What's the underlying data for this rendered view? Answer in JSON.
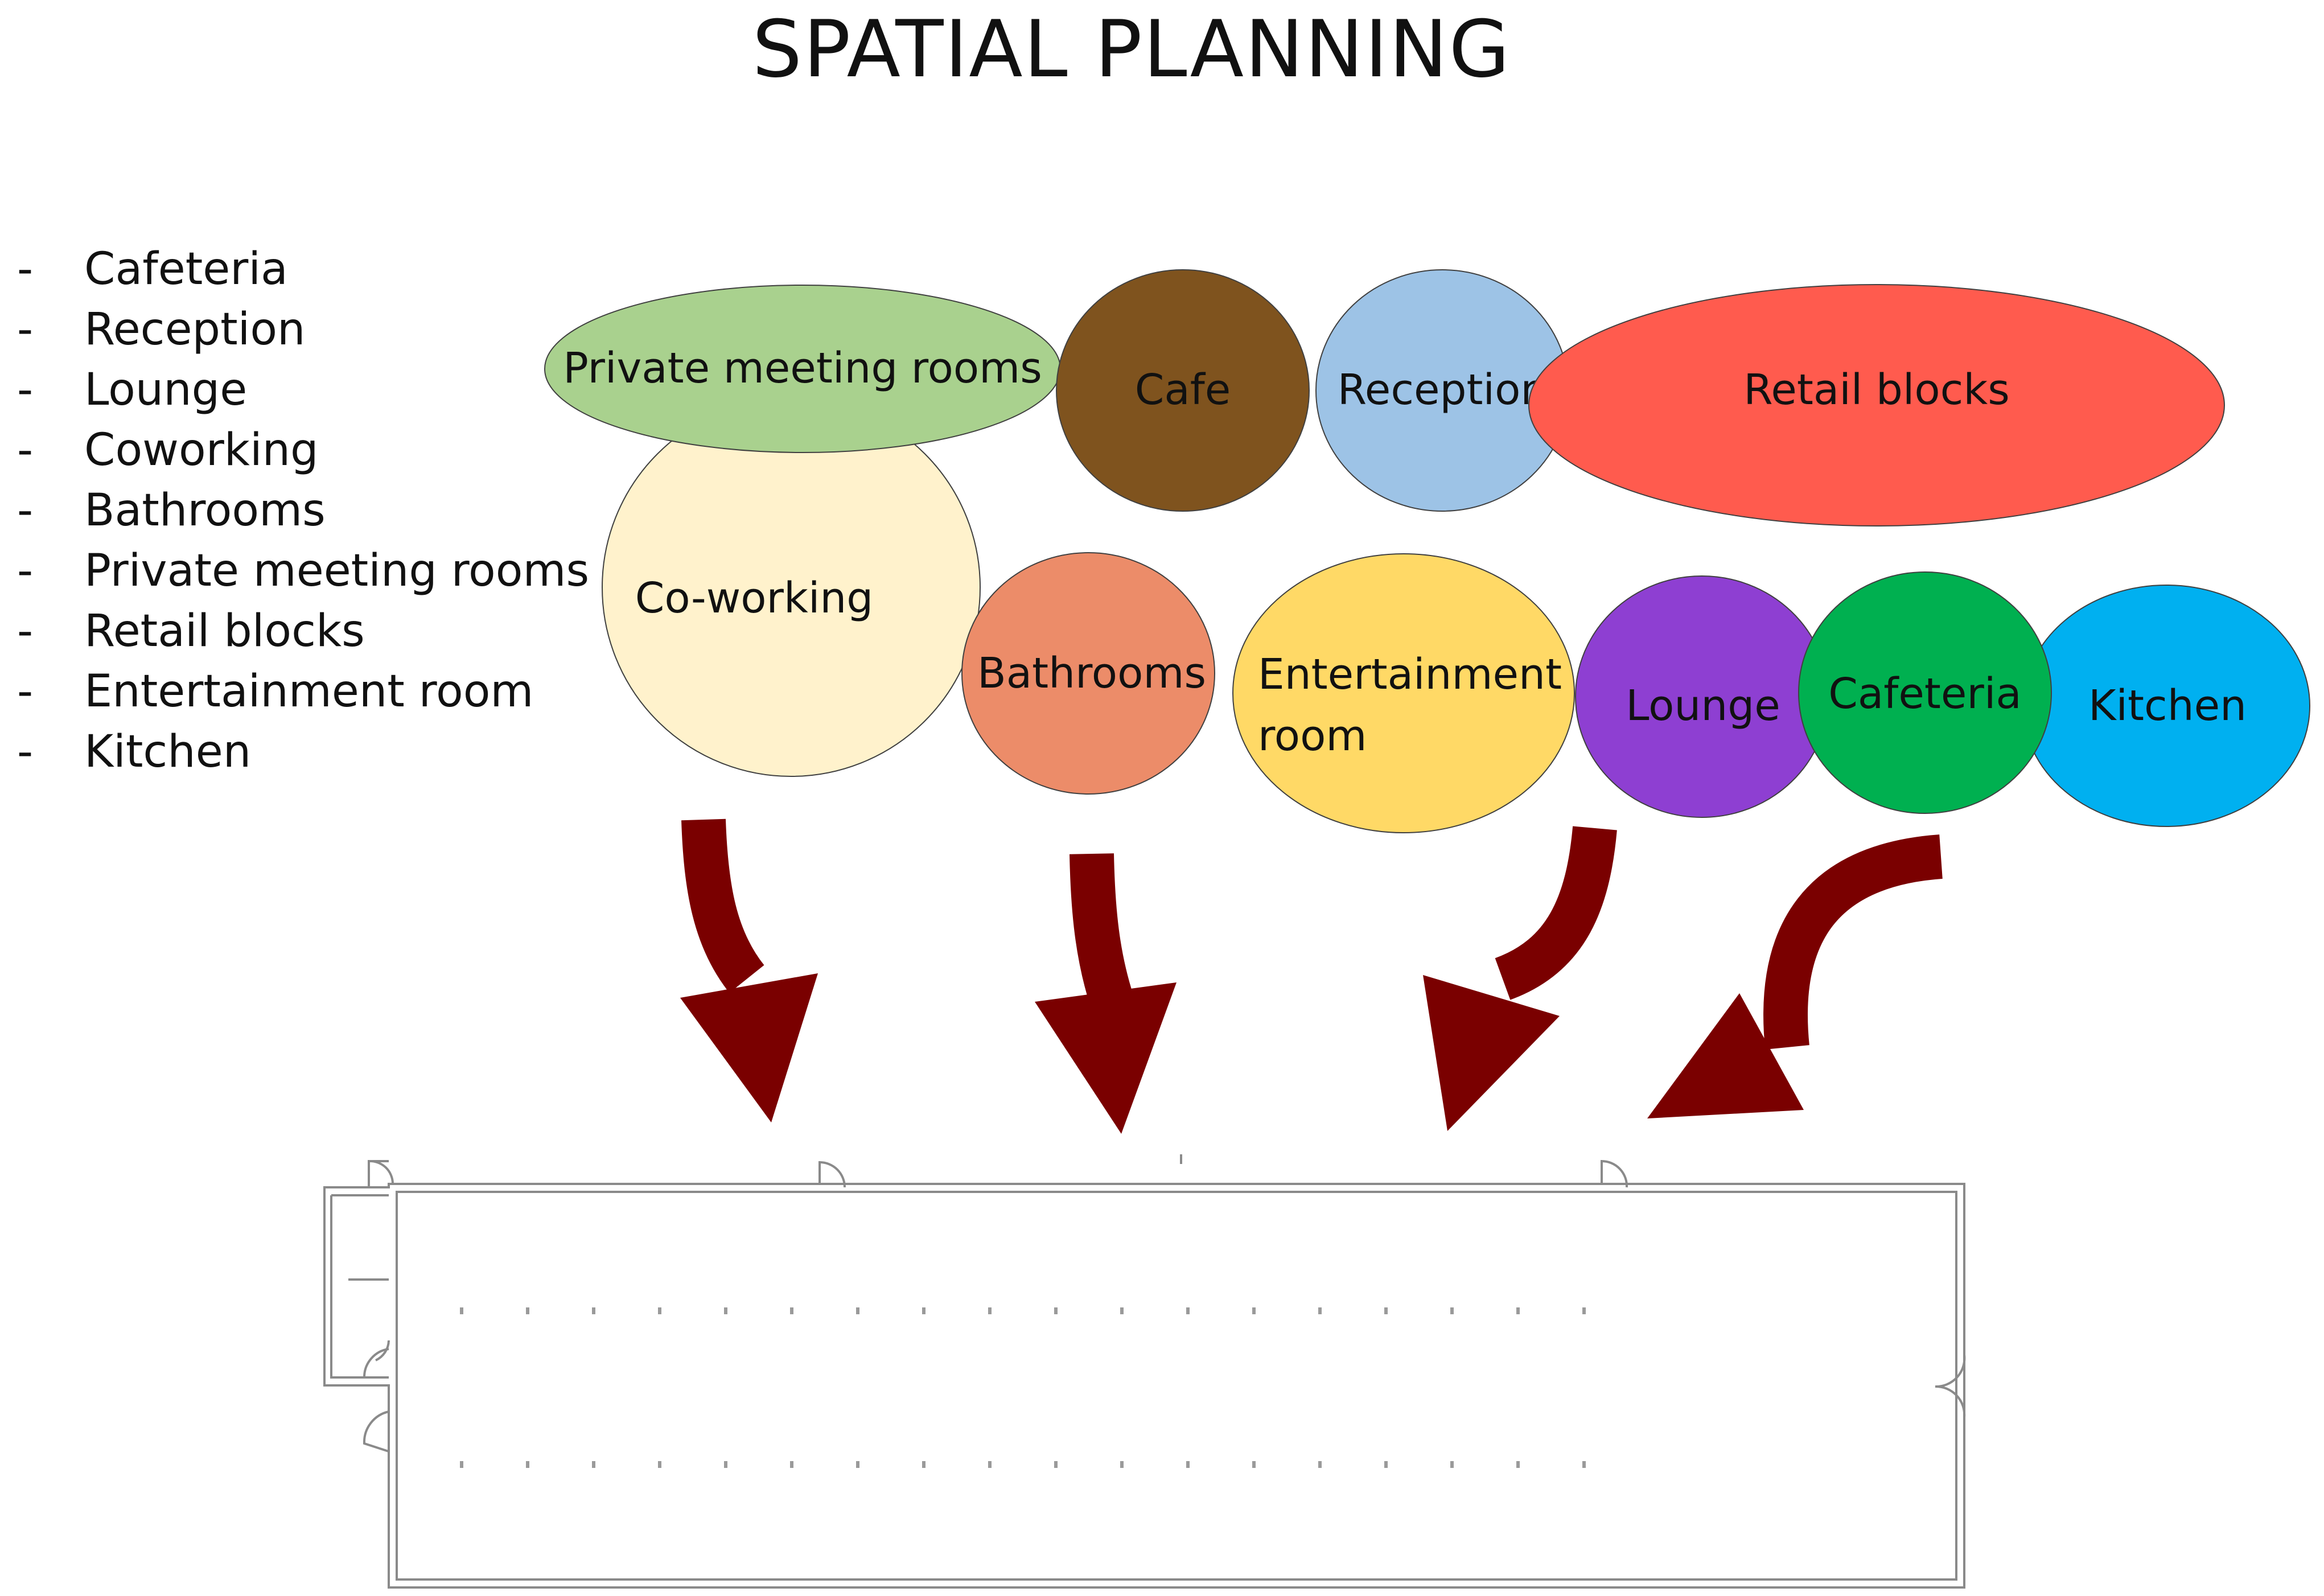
{
  "title": "SPATIAL PLANNING",
  "space_list": {
    "bullet": "-",
    "items": [
      "Cafeteria",
      "Reception",
      "Lounge",
      "Coworking",
      "Bathrooms",
      "Private meeting rooms",
      "Retail blocks",
      "Entertainment room",
      "Kitchen"
    ]
  },
  "bubbles": {
    "coworking": {
      "label": "Co-working",
      "color": "#fff2cc"
    },
    "private_meeting_rooms": {
      "label": "Private meeting rooms",
      "color": "#a9d18e"
    },
    "cafe": {
      "label": "Cafe",
      "color": "#7f531e"
    },
    "reception": {
      "label": "Reception",
      "color": "#9dc3e6"
    },
    "retail_blocks": {
      "label": "Retail blocks",
      "color": "#ff5b4e"
    },
    "bathrooms": {
      "label": "Bathrooms",
      "color": "#ec8c69"
    },
    "entertainment_room": {
      "label_line1": "Entertainment",
      "label_line2": "room",
      "color": "#ffd966"
    },
    "lounge": {
      "label": "Lounge",
      "color": "#8e3fd2"
    },
    "cafeteria": {
      "label": "Cafeteria",
      "color": "#00b050"
    },
    "kitchen": {
      "label": "Kitchen",
      "color": "#00b0f0"
    }
  },
  "arrow_color": "#7a0000",
  "floor_plan": {
    "line_color": "#8a8a8a",
    "column_color": "#9a9a9a"
  }
}
